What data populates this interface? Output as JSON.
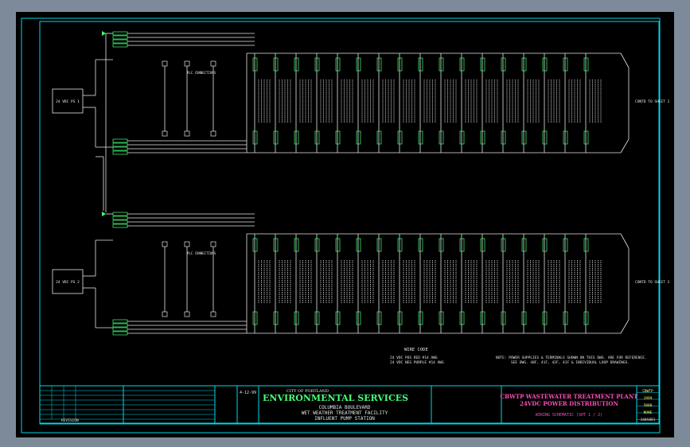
{
  "drawing": {
    "plc_connections_label": "PLC CONNECTIONS",
    "source_labels": [
      "24 VDC PS 1",
      "24 VDC PS 2"
    ],
    "comms_note": "CONTD TO SHEET 2",
    "wire_code": {
      "title": "WIRE CODE",
      "rows": [
        "24 VDC POS  RED    #14 AWG",
        "24 VDC NEG  PURPLE #14 AWG"
      ]
    },
    "note": [
      "NOTE: POWER SUPPLIES & TERMINALS SHOWN ON THIS DWG. ARE FOR REFERENCE.",
      "SEE DWG. 40F, 41F, 42F, 43F & INDIVIDUAL LOOP DRAWINGS."
    ]
  },
  "title_block": {
    "city_of": "CITY OF PORTLAND",
    "bureau": "ENVIRONMENTAL SERVICES",
    "facility_lines": [
      "COLUMBIA BOULEVARD",
      "WET WEATHER TREATMENT FACILITY",
      "INFLUENT PUMP STATION"
    ],
    "plant": "CBWTP WASTEWATER TREATMENT PLANT",
    "drawing_title": "24VDC POWER DISTRIBUTION",
    "sheet": "WIRING SCHEMATIC (SHT 1 / 2)",
    "date": "4-12-99",
    "revision_header": "REVISION",
    "right_fields": [
      "CBWTP",
      "1999",
      "5000",
      "NONE",
      "340S081"
    ]
  },
  "colors": {
    "background": "#000000",
    "border": "#00d8e8",
    "wire": "#e6e6e6",
    "terminal": "#46ff78",
    "title_accent": "#00ff66",
    "subtitle": "#ff4db8"
  }
}
